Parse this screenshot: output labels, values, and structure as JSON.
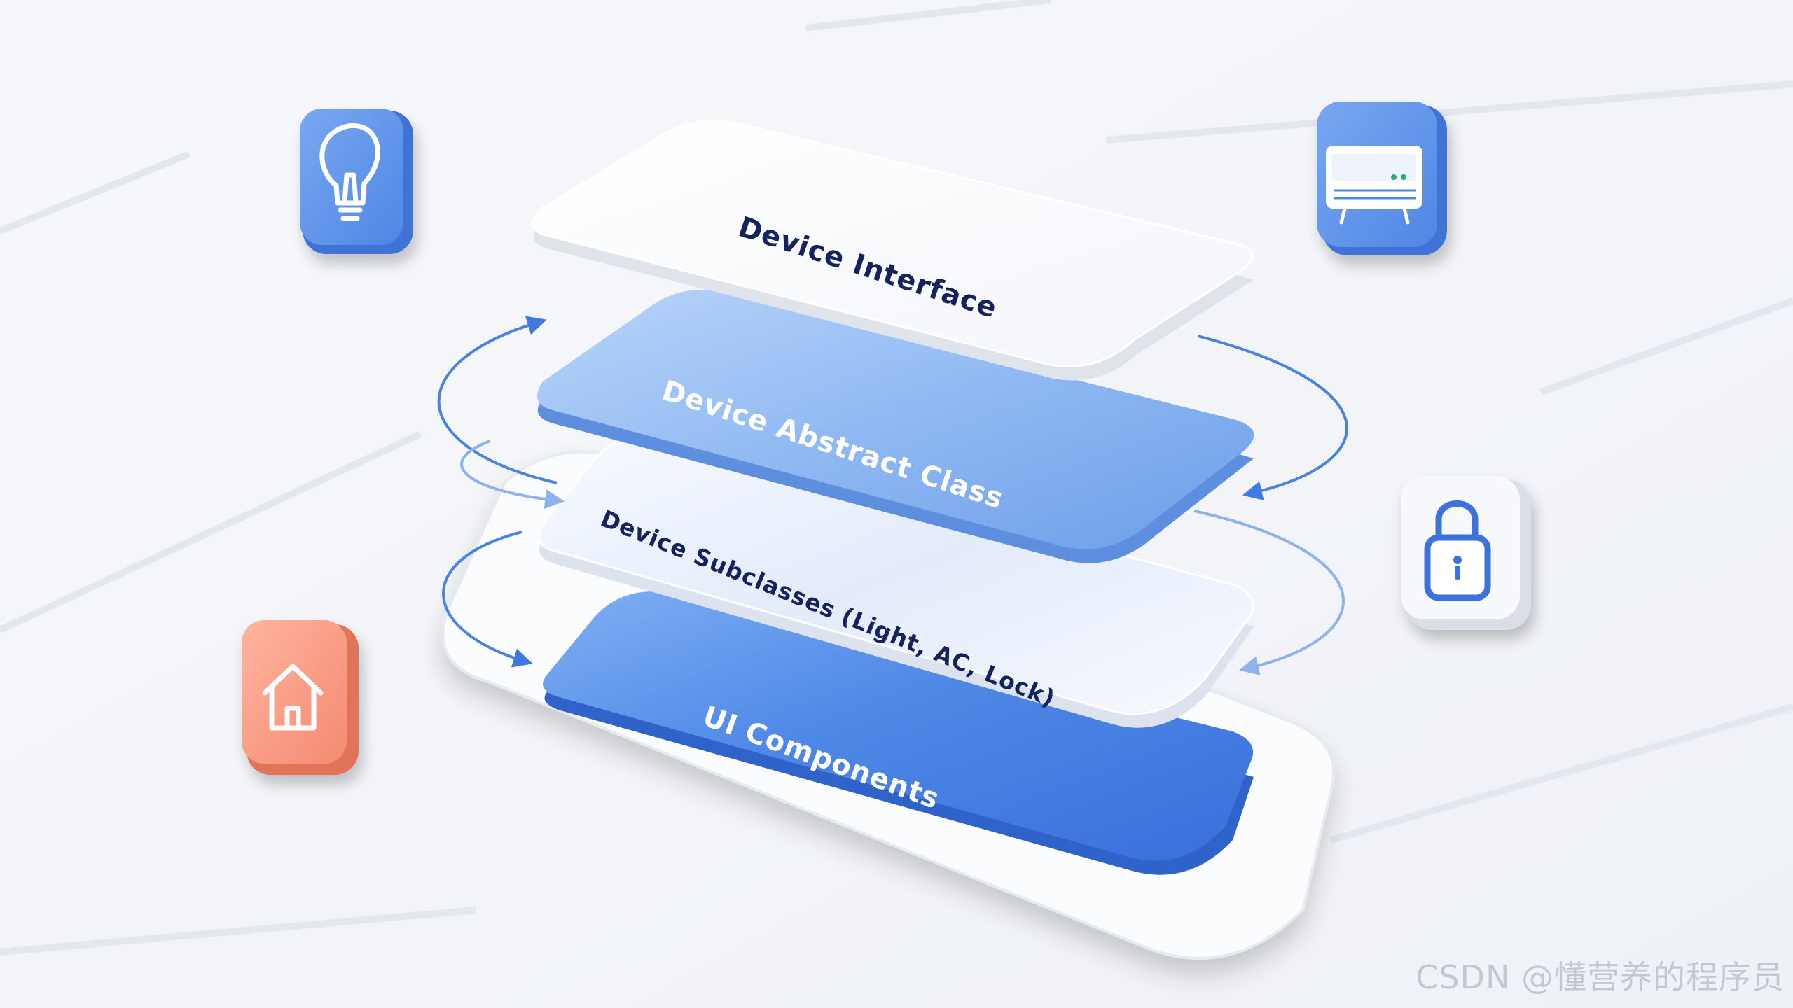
{
  "layers": [
    {
      "label": "Device Interface"
    },
    {
      "label": "Device Abstract Class"
    },
    {
      "label": "Device Subclasses (Light, AC, Lock)"
    },
    {
      "label": "UI Components"
    }
  ],
  "icons": [
    {
      "name": "lightbulb-icon",
      "color": "#5b93e9"
    },
    {
      "name": "air-conditioner-icon",
      "color": "#5b93e9"
    },
    {
      "name": "lock-icon",
      "color": "#4f86e4"
    },
    {
      "name": "home-icon",
      "color": "#f59a82"
    }
  ],
  "colors": {
    "background": "#f4f6fa",
    "white_layer": "#ffffff",
    "abstract_layer": "#7aa8ee",
    "ui_layer": "#3c76de",
    "label_dark": "#14235c",
    "label_light": "#ffffff",
    "arrow": "#5a8fe0"
  },
  "watermark": "CSDN @懂营养的程序员"
}
